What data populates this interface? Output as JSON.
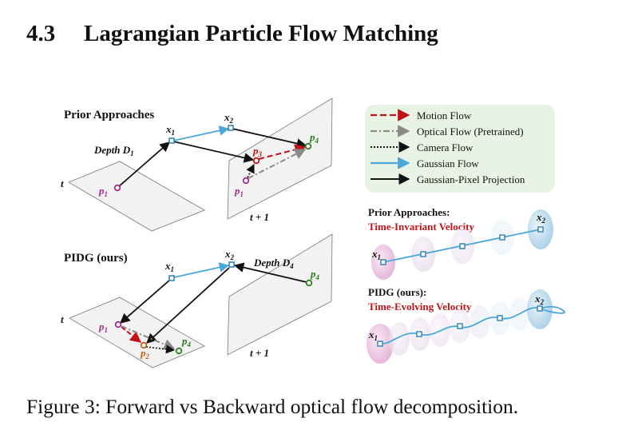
{
  "section": {
    "number": "4.3",
    "title": "Lagrangian Particle Flow Matching"
  },
  "figure": {
    "caption": "Figure 3: Forward vs Backward optical flow decomposition.",
    "top_panel": {
      "title": "Prior Approaches",
      "depth_label": "Depth D",
      "depth_sub": "1",
      "frame_t": "t",
      "frame_t1": "t + 1"
    },
    "bottom_panel": {
      "title": "PIDG (ours)",
      "depth_label": "Depth D",
      "depth_sub": "4",
      "frame_t": "t",
      "frame_t1": "t + 1"
    },
    "points": {
      "p": "p",
      "x": "x",
      "sub1": "1",
      "sub2": "2",
      "sub3": "3",
      "sub4": "4"
    },
    "legend": {
      "motion_flow": "Motion Flow",
      "optical_flow": "Optical Flow (Pretrained)",
      "camera_flow": "Camera Flow",
      "gaussian_flow": "Gaussian Flow",
      "projection": "Gaussian-Pixel Projection"
    },
    "velocity_prior": {
      "title": "Prior Approaches:",
      "subtitle": "Time-Invariant Velocity"
    },
    "velocity_ours": {
      "title": "PIDG (ours):",
      "subtitle": "Time-Evolving Velocity"
    },
    "colors": {
      "motion": "#c0141a",
      "optical": "#8a8a8a",
      "gaussian": "#4aa8d8",
      "p1": "#a0308f",
      "p2": "#c0611a",
      "p3": "#c0141a",
      "p4": "#2e7d1f",
      "legend_bg": "#e9f3e3",
      "plane": "#f2f2f2"
    }
  }
}
